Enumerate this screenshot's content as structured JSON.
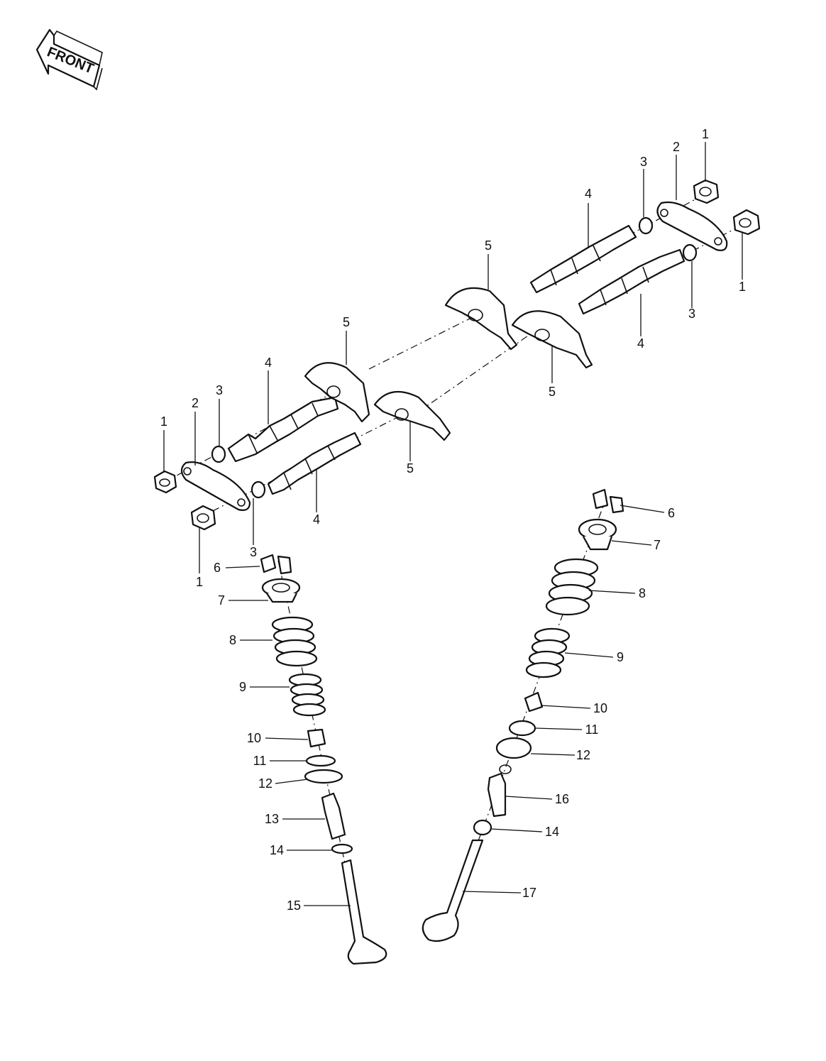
{
  "front_arrow": {
    "label": "FRONT"
  },
  "callouts": [
    {
      "id": "c1a",
      "text": "1"
    },
    {
      "id": "c2a",
      "text": "2"
    },
    {
      "id": "c3a",
      "text": "3"
    },
    {
      "id": "c4a",
      "text": "4"
    },
    {
      "id": "c1b",
      "text": "1"
    },
    {
      "id": "c3b",
      "text": "3"
    },
    {
      "id": "c4b",
      "text": "4"
    },
    {
      "id": "c5a",
      "text": "5"
    },
    {
      "id": "c5b",
      "text": "5"
    },
    {
      "id": "c5c",
      "text": "5"
    },
    {
      "id": "c5d",
      "text": "5"
    },
    {
      "id": "c4c",
      "text": "4"
    },
    {
      "id": "c3c",
      "text": "3"
    },
    {
      "id": "c1c",
      "text": "1"
    },
    {
      "id": "c2b",
      "text": "2"
    },
    {
      "id": "c4d",
      "text": "4"
    },
    {
      "id": "c3d",
      "text": "3"
    },
    {
      "id": "c1d",
      "text": "1"
    },
    {
      "id": "c6a",
      "text": "6"
    },
    {
      "id": "c7a",
      "text": "7"
    },
    {
      "id": "c8a",
      "text": "8"
    },
    {
      "id": "c9a",
      "text": "9"
    },
    {
      "id": "c10a",
      "text": "10"
    },
    {
      "id": "c11a",
      "text": "11"
    },
    {
      "id": "c12a",
      "text": "12"
    },
    {
      "id": "c13",
      "text": "13"
    },
    {
      "id": "c14a",
      "text": "14"
    },
    {
      "id": "c15",
      "text": "15"
    },
    {
      "id": "c6b",
      "text": "6"
    },
    {
      "id": "c7b",
      "text": "7"
    },
    {
      "id": "c8b",
      "text": "8"
    },
    {
      "id": "c9b",
      "text": "9"
    },
    {
      "id": "c10b",
      "text": "10"
    },
    {
      "id": "c11b",
      "text": "11"
    },
    {
      "id": "c12b",
      "text": "12"
    },
    {
      "id": "c16",
      "text": "16"
    },
    {
      "id": "c14b",
      "text": "14"
    },
    {
      "id": "c17",
      "text": "17"
    }
  ]
}
